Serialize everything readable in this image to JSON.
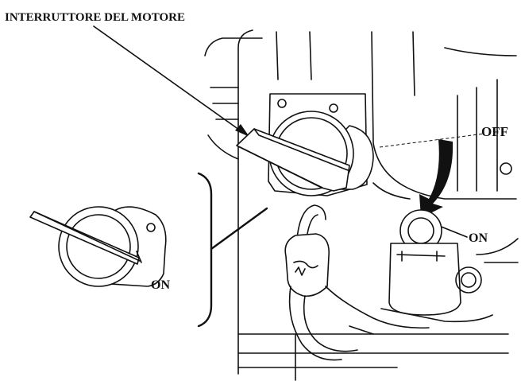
{
  "labels": {
    "engine_switch": "INTERRUTTORE DEL MOTORE",
    "off": "OFF",
    "on_main": "ON",
    "on_detail": "ON"
  },
  "icons": [
    "curved-arrow-icon"
  ],
  "colors": {
    "ink": "#111111",
    "paper": "#ffffff"
  }
}
